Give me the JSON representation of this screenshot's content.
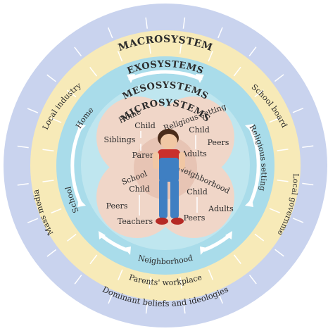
{
  "colors": {
    "macro": "#c9d3ee",
    "exo": "#f7eab8",
    "meso": "#a9dcea",
    "micro": "#f6e1d4",
    "lobe": "#e9c6b6",
    "arrow": "#ffffff",
    "text": "#2b2b2b"
  },
  "rings": {
    "macro": "MACROSYSTEM",
    "exo": "EXOSYSTEMS",
    "meso": "MESOSYSTEMS",
    "micro": "MICROSYSTEMS"
  },
  "macro_labels": {
    "bottom": "Dominant beliefs and ideologies"
  },
  "exo_labels": {
    "local_industry": "Local industry",
    "school_board": "School board",
    "mass_media": "Mass media",
    "local_government": "Local government",
    "parents_workplace": "Parents' workplace"
  },
  "meso_labels": {
    "home": "Home",
    "religious_setting": "Religious setting",
    "school": "School",
    "neighborhood": "Neighborhood"
  },
  "micro": {
    "home": {
      "title": "Home",
      "child": "Child",
      "siblings": "Siblings",
      "parent": "Parent"
    },
    "religious": {
      "title": "Religious setting",
      "child": "Child",
      "peers": "Peers",
      "adults": "Adults"
    },
    "school": {
      "title": "School",
      "child": "Child",
      "peers": "Peers",
      "teachers": "Teachers"
    },
    "neighborhood": {
      "title": "Neighborhood",
      "child": "Child",
      "peers": "Peers",
      "adults": "Adults"
    }
  }
}
